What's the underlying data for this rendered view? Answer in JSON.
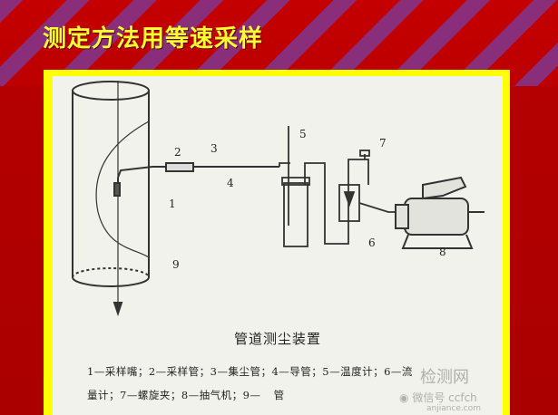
{
  "slide": {
    "title": "测定方法用等速采样"
  },
  "diagram": {
    "labels": {
      "l1": "1",
      "l2": "2",
      "l3": "3",
      "l4": "4",
      "l5": "5",
      "l6": "6",
      "l7": "7",
      "l8": "8",
      "l9": "9"
    },
    "caption_title": "管道测尘装置",
    "legend_line1": "1—采样嘴；2—采样管；3—集尘管；4—导管；5—温度计；6—流",
    "legend_line2": "量计；7—螺旋夹；8—抽气机；9—",
    "legend_line2_tail": "管"
  },
  "watermark": {
    "site": "检测网",
    "wechat_text": "微信号",
    "handle": "ccfch",
    "url": "anjiance.com"
  },
  "colors": {
    "background": "#b30000",
    "stripe": "#7a3ca0",
    "title": "#ffff33",
    "frame": "#ffff00",
    "paper": "#f1f2ec"
  }
}
